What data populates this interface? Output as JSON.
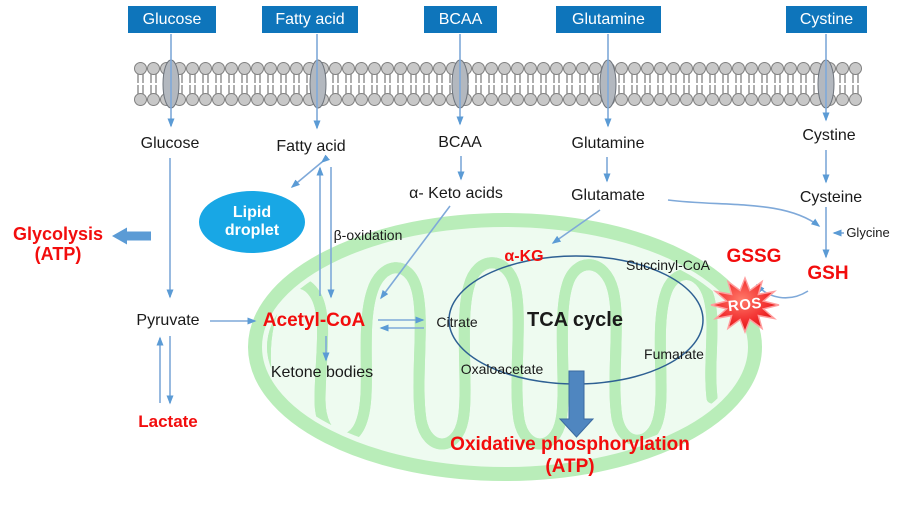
{
  "colors": {
    "box_blue": "#0e75bb",
    "arrow_blue": "#5b9bd5",
    "red_text": "#f20d0d",
    "lipid_droplet_blue": "#18a7e5",
    "mitochondria_green": "#b9edb9",
    "tca_ellipse_stroke": "#2e6093",
    "membrane_gray": "#c8c8c8",
    "ros_red": "#e41010"
  },
  "inputs": [
    {
      "label": "Glucose"
    },
    {
      "label": "Fatty acid"
    },
    {
      "label": "BCAA"
    },
    {
      "label": "Glutamine"
    },
    {
      "label": "Cystine"
    }
  ],
  "cytosol": {
    "glucose": "Glucose",
    "fatty_acid": "Fatty acid",
    "bcaa": "BCAA",
    "glutamine": "Glutamine",
    "cystine": "Cystine",
    "alpha_keto_acids": "α- Keto acids",
    "glutamate": "Glutamate",
    "cysteine": "Cysteine",
    "glycine": "Glycine",
    "pyruvate": "Pyruvate",
    "lactate": "Lactate",
    "ketone_bodies": "Ketone bodies",
    "beta_oxidation": "β-oxidation",
    "glycolysis": "Glycolysis",
    "glycolysis_atp": "(ATP)",
    "lipid_droplet_1": "Lipid",
    "lipid_droplet_2": "droplet"
  },
  "mitochondrion": {
    "acetyl_coa": "Acetyl-CoA",
    "citrate": "Citrate",
    "tca_cycle": "TCA cycle",
    "alpha_kg": "α-KG",
    "succinyl_coa": "Succinyl-CoA",
    "fumarate": "Fumarate",
    "oxaloacetate": "Oxaloacetate",
    "oxphos": "Oxidative phosphorylation",
    "oxphos_atp": "(ATP)"
  },
  "redox": {
    "gssg": "GSSG",
    "gsh": "GSH",
    "ros": "ROS"
  }
}
